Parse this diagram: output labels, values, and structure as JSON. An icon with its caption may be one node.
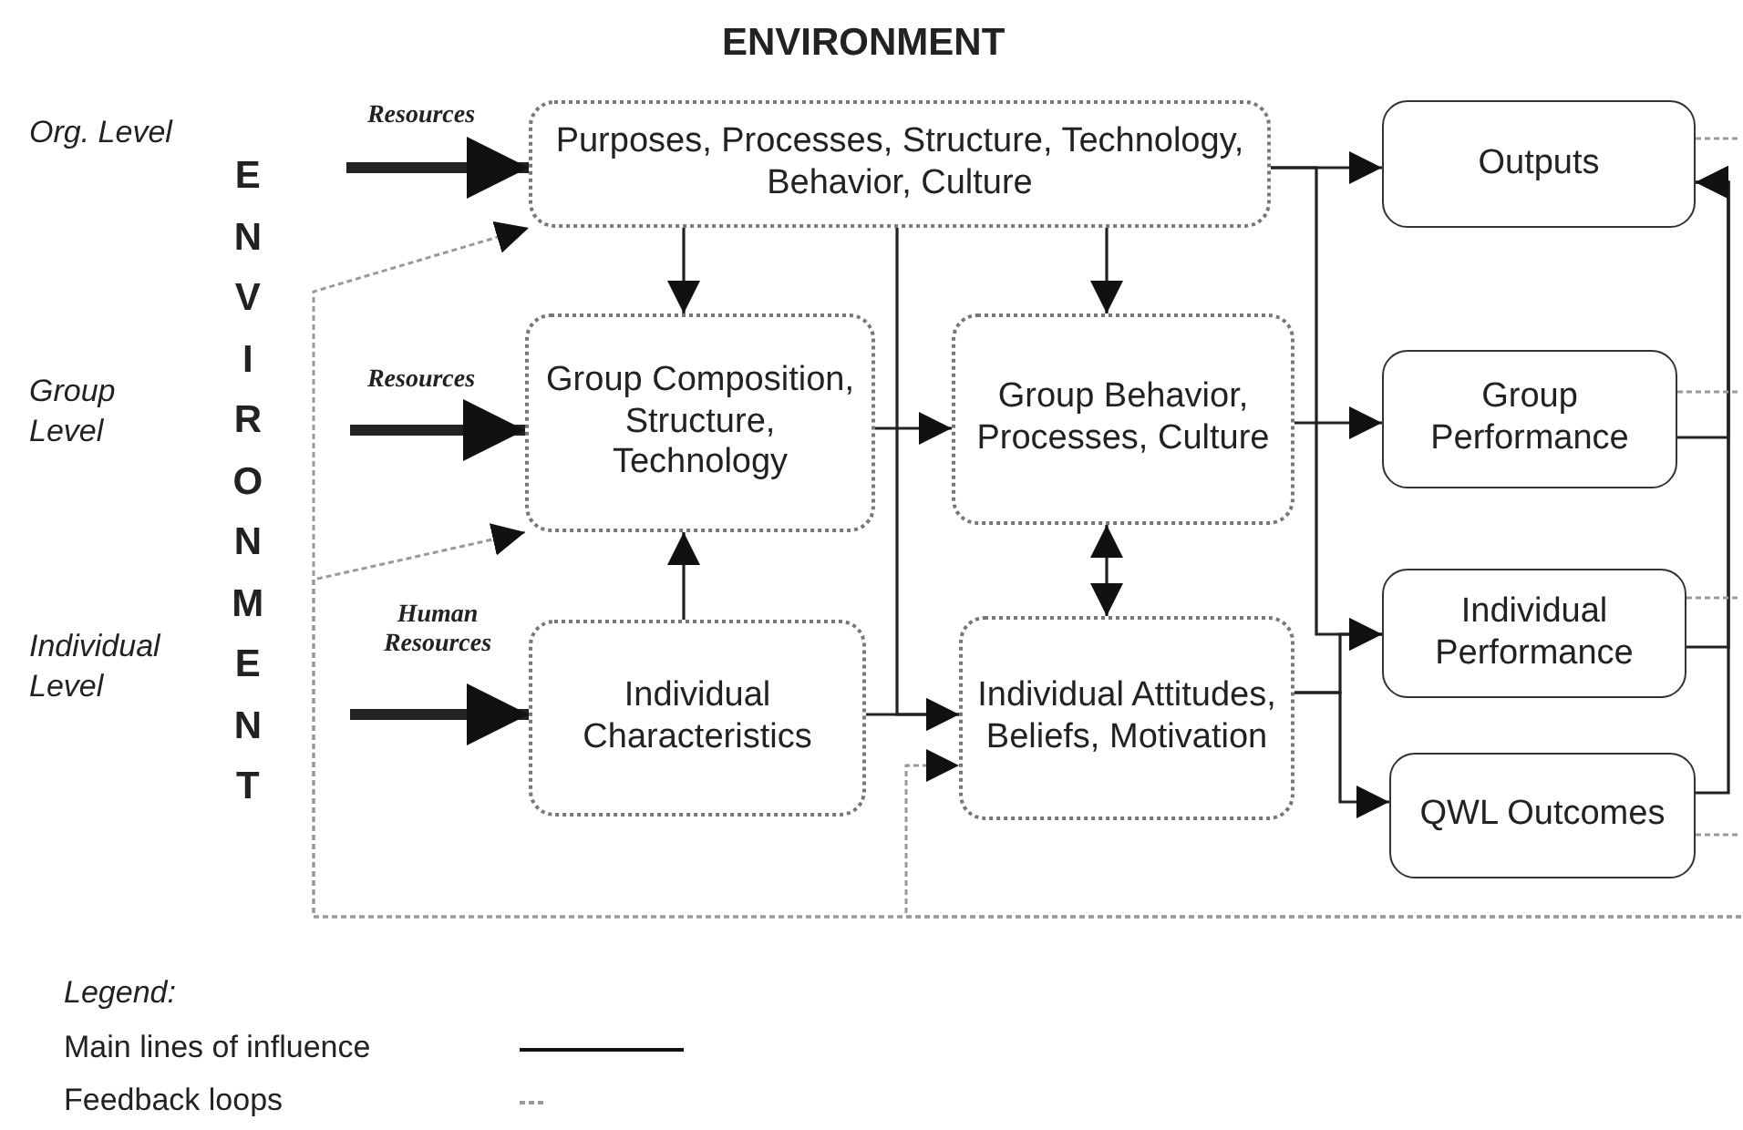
{
  "diagram": {
    "title": "ENVIRONMENT",
    "nodes": [
      {
        "text": [
          "Purposes, Processes, Structure, Technology, Behavior, Culture"
        ]
      },
      {
        "text": [
          "Outputs"
        ]
      },
      {
        "text": [
          "Group Composition, Structure, Technology"
        ]
      },
      {
        "text": [
          "Group Behavior, Processes, Culture"
        ]
      },
      {
        "text": [
          "Group Performance"
        ]
      },
      {
        "text": [
          "Individual Characteristics"
        ]
      },
      {
        "text": [
          "Individual Attitudes, Beliefs, Motivation"
        ]
      },
      {
        "text": [
          "Individual Performance"
        ]
      },
      {
        "text": [
          "QWL Outcomes"
        ]
      }
    ],
    "edges": [
      {
        "from": null,
        "to": 0,
        "arrow": "to",
        "label": "Resources",
        "style": "thick"
      },
      {
        "from": null,
        "to": 2,
        "arrow": "to",
        "label": "Resources",
        "style": "thick"
      },
      {
        "from": null,
        "to": 5,
        "arrow": "to",
        "label": "Human Resources",
        "style": "thick"
      },
      {
        "from": 0,
        "to": 2,
        "arrow": "to"
      },
      {
        "from": 0,
        "to": 3,
        "arrow": "to"
      },
      {
        "from": 0,
        "to": 6,
        "arrow": "to"
      },
      {
        "from": 2,
        "to": 3,
        "arrow": "to"
      },
      {
        "from": 5,
        "to": 2,
        "arrow": "to"
      },
      {
        "from": 5,
        "to": 6,
        "arrow": "to"
      },
      {
        "from": 3,
        "to": 6,
        "arrow": "both"
      },
      {
        "from": 0,
        "to": 1,
        "arrow": "to"
      },
      {
        "from": 0,
        "to": 7,
        "arrow": "to"
      },
      {
        "from": 3,
        "to": 4,
        "arrow": "to"
      },
      {
        "from": 6,
        "to": 7,
        "arrow": "to"
      },
      {
        "from": 6,
        "to": 8,
        "arrow": "to"
      },
      {
        "from": 4,
        "to": 1,
        "arrow": "to"
      },
      {
        "from": 7,
        "to": 1,
        "arrow": "to"
      },
      {
        "from": 8,
        "to": 1,
        "arrow": "to"
      },
      {
        "from": null,
        "to": 0,
        "arrow": "to",
        "style": "dashed",
        "color": "#999999"
      },
      {
        "from": null,
        "to": 2,
        "arrow": "to",
        "style": "dashed",
        "color": "#999999"
      },
      {
        "from": null,
        "to": 6,
        "arrow": "to",
        "style": "dashed",
        "color": "#999999"
      },
      {
        "from": 1,
        "to": null,
        "arrow": "none",
        "style": "dashed",
        "color": "#999999"
      },
      {
        "from": 4,
        "to": null,
        "arrow": "none",
        "style": "dashed",
        "color": "#999999"
      },
      {
        "from": 7,
        "to": null,
        "arrow": "none",
        "style": "dashed",
        "color": "#999999"
      },
      {
        "from": 8,
        "to": null,
        "arrow": "none",
        "style": "dashed",
        "color": "#999999"
      }
    ],
    "labels": [
      "Org. Level",
      "ENVIRONMENT",
      "Group Level",
      "Individual Level",
      "Legend:"
    ],
    "legend": [
      {
        "text": "Main lines of influence"
      },
      {
        "text": "Feedback loops"
      }
    ]
  }
}
